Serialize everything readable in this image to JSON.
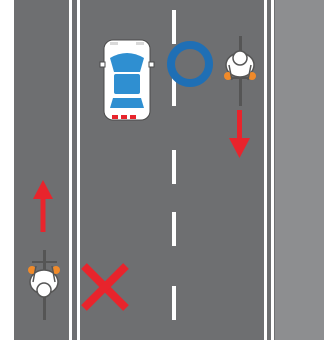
{
  "diagram": {
    "type": "road-traffic-rule-illustration",
    "colors": {
      "road": "#6e6f71",
      "shoulder": "#8d8e90",
      "line": "#ffffff",
      "arrow": "#e8242c",
      "correct_mark": "#1f6fb5",
      "wrong_mark": "#e8242c",
      "car_body": "#ffffff",
      "car_glass": "#2f8fd1",
      "car_taillight": "#e8242c",
      "bike_frame": "#555555",
      "rider_knee": "#f08a2a"
    },
    "elements": [
      {
        "kind": "car",
        "icon": "car-top-view-icon",
        "heading": "up"
      },
      {
        "kind": "cyclist",
        "icon": "cyclist-top-view-icon",
        "lane": "right",
        "direction": "down",
        "marking": "correct"
      },
      {
        "kind": "cyclist",
        "icon": "cyclist-top-view-icon",
        "lane": "left",
        "direction": "up",
        "marking": "wrong"
      }
    ],
    "marks": {
      "correct_icon": "circle-correct-icon",
      "wrong_icon": "cross-wrong-icon"
    }
  }
}
